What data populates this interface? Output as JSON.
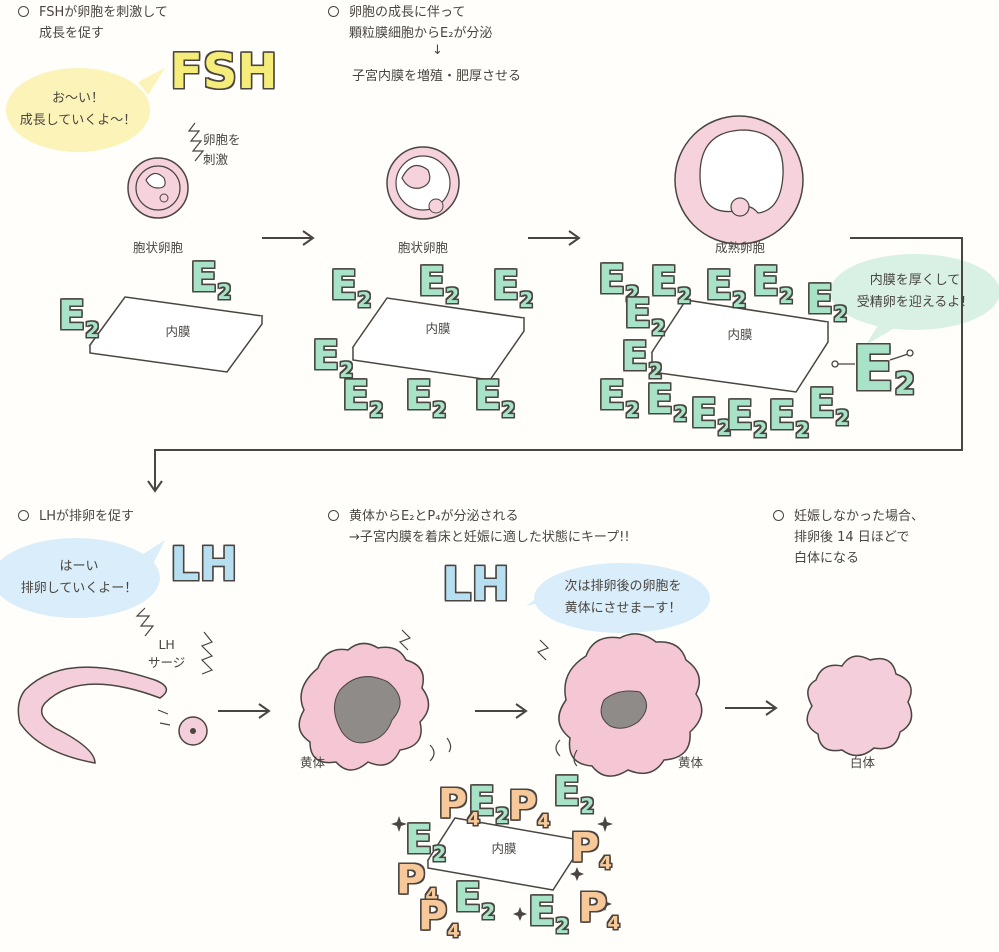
{
  "steps": {
    "s1": [
      "FSHが卵胞を刺激して",
      "成長を促す"
    ],
    "s2": [
      "卵胞の成長に伴って",
      "顆粒膜細胞からE₂が分泌"
    ],
    "s2_sub": "子宮内膜を増殖・肥厚させる",
    "s3": [
      "LHが排卵を促す"
    ],
    "s4": [
      "黄体からE₂とP₄が分泌される",
      "→子宮内膜を着床と妊娠に適した状態にキープ!!"
    ],
    "s5": [
      "妊娠しなかった場合、",
      "排卵後 14 日ほどで",
      "白体になる"
    ]
  },
  "bubbles": {
    "fsh": [
      "お〜い！",
      "成長していくよ〜！"
    ],
    "e2": [
      "内膜を厚くして",
      "受精卵を迎えるよ！"
    ],
    "lh": [
      "はーい",
      "排卵していくよー！"
    ],
    "lh2": [
      "次は排卵後の卵胞を",
      "黄体にさせまーす！"
    ]
  },
  "labels": {
    "stimulate": [
      "卵胞を",
      "刺激"
    ],
    "follicle1": "胞状卵胞",
    "follicle2": "胞状卵胞",
    "mature": "成熟卵胞",
    "endometrium": "内膜",
    "lh_surge": [
      "LH",
      "サージ"
    ],
    "corpus_luteum": "黄体",
    "corpus_albicans": "白体"
  },
  "hormones": {
    "fsh": "FSH",
    "lh": "LH",
    "e2_main": "E",
    "e2_sub": "2",
    "p4_main": "P",
    "p4_sub": "4"
  },
  "colors": {
    "e2_green": "#a8e3c7",
    "p4_orange": "#f7c99a",
    "fsh_yellow": "#f5ec7a",
    "lh_blue": "#b7dff2",
    "follicle_pink": "#f6d3dc",
    "bubble_yellow": "#fbf3b8",
    "bubble_green": "#d8f1e4",
    "bubble_blue": "#d9eefa",
    "luteum_pink": "#f5c6d4",
    "luteum_gray": "#8f8b88",
    "albicans_pink": "#f4cfdb"
  }
}
